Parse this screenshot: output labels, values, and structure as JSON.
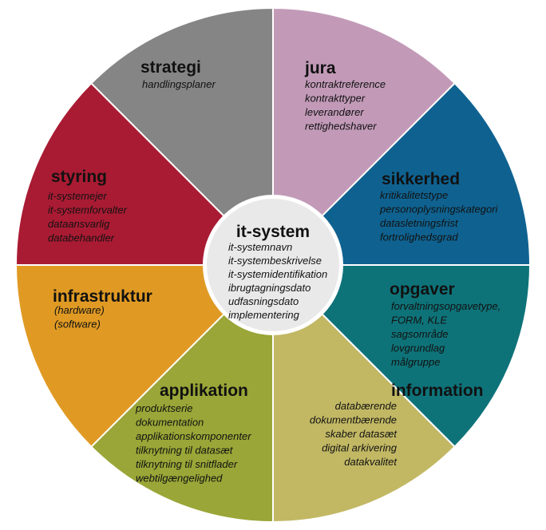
{
  "center": {
    "title": "it-system",
    "items": [
      "it-systemnavn",
      "it-systembeskrivelse",
      "it-systemidentifikation",
      "ibrugtagningsdato",
      "udfasningsdato",
      "implementering"
    ]
  },
  "segments": [
    {
      "key": "strategi",
      "title": "strategi",
      "color": "#c29ab8",
      "items": [
        "handlingsplaner"
      ]
    },
    {
      "key": "jura",
      "title": "jura",
      "color": "#0f6290",
      "items": [
        "kontraktreference",
        "kontrakttyper",
        "leverandører",
        "rettighedshaver"
      ]
    },
    {
      "key": "sikkerhed",
      "title": "sikkerhed",
      "color": "#0e7379",
      "items": [
        "kritikalitetstype",
        "personoplysningskategori",
        "datasletningsfrist",
        "fortrolighedsgrad"
      ]
    },
    {
      "key": "opgaver",
      "title": "opgaver",
      "color": "#c2b864",
      "items": [
        "forvaltningsopgavetype,",
        "FORM, KLE",
        "sagsområde",
        "lovgrundlag",
        "målgruppe"
      ]
    },
    {
      "key": "information",
      "title": "information",
      "color": "#9aa637",
      "items": [
        "databærende",
        "dokumentbærende",
        "skaber datasæt",
        "digital arkivering",
        "datakvalitet"
      ]
    },
    {
      "key": "applikation",
      "title": "applikation",
      "color": "#e09a24",
      "items": [
        "produktserie",
        "dokumentation",
        "applikationskomponenter",
        "tilknytning til datasæt",
        "tilknytning til snitflader",
        "webtilgængelighed"
      ]
    },
    {
      "key": "infrastruktur",
      "title": "infrastruktur",
      "color": "#a91b33",
      "items": [
        "(hardware)",
        "(software)"
      ]
    },
    {
      "key": "styring",
      "title": "styring",
      "color": "#858585",
      "items": [
        "it-systemejer",
        "it-systemforvalter",
        "dataansvarlig",
        "databehandler"
      ]
    }
  ]
}
